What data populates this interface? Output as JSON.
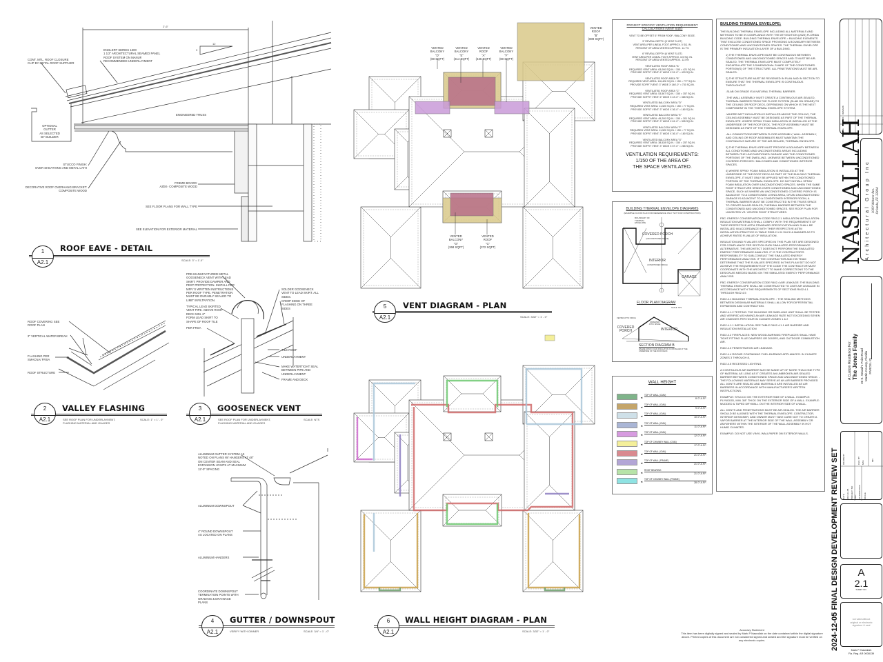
{
  "details": {
    "roof_eave": {
      "number": "1",
      "sheet": "A2.1",
      "title": "ROOF EAVE - DETAIL",
      "scale": "SCALE: 3\" = 1'-0\"",
      "dimension": "2'-6\"",
      "pitch_rise": "3",
      "pitch_run": "12",
      "labels": {
        "closure": "CONT. MTL. ROOF CLOSURE\nCLIP BY METAL ROOF SUPPLIER",
        "panel": "ENGLERT SERIES 1300\n1 1/2\" ARCHITECTURAL SEAMED PANEL\nROOF SYSTEM ON MANUF.\nRECOMMENDED UNDERLAYMENT",
        "gutter": "OPTIONAL\nGUTTER\nAS SELECTED\nBY BUILDER",
        "truss": "ENGINEERED TRUSS",
        "stucco": "STUCCO FINISH:\nOVER SHEATHING AND METAL LATH",
        "bracket": "DECORATIVE ROOF OVERHANG BRACKET:\nCOMPOSITE WOOD",
        "frieze": "FRIEZE BOARD:\nAZEK-  COMPOSITE WOOD",
        "wall_type": "SEE FLOOR PLANS FOR WALL TYPE",
        "exterior": "SEE ELEVATION FOR EXTERIOR MATERIAL"
      }
    },
    "valley_flashing": {
      "number": "2",
      "sheet": "A2.1",
      "title": "VALLEY FLASHING",
      "scale": "SCALE: 1\" = 1' - 0\"",
      "note": "SEE ROOF PLAN FOR UNDERLAYMENT,\nFLASHING MATERIAL AND GUAGES",
      "labels": {
        "covering": "ROOF COVERING SEE\nROOF PLAN",
        "water_break": "2\" VERTICAL WATER BREAK",
        "flashing": "FLASHING PER\nSMACNA/ FRSA",
        "structure": "ROOF STRUCTURE"
      }
    },
    "gooseneck_vent": {
      "number": "3",
      "sheet": "A2.1",
      "title": "GOOSENECK VENT",
      "scale": "SCALE: NTS",
      "note": "SEE ROOF PLAN FOR UNDERLAYMENT,\nFLASHING MATERIAL AND GUAGES",
      "labels": {
        "vent": "PRE-MANUFACTURED METAL\nGOOSENECK VENT WITH LEAD\nSKIRT. PROVIDE DAMPER AND\nPEST PROTECTION. INSTALL PER\nMFR.'S WRITTEN INSTRUCTIONS\nPER ROOF TYPE. PENETRATION\nMUST BE DURABLY SEALED TO\nLIMIT INFILTRATION.",
        "skirted": "TYPICAL LEAD SKIRTED\nVENT PIPE. ABOVE ROOF\nDECK MIN. 6\"\nFORM LEAD SKIRT TO\nSHAPE OF ROOF TILE",
        "frsa": "PER FRSA",
        "solder": "SOLDER GOOSENECK\nVENT TO LEAD SKIRT. ALL\nSIDES.",
        "crimp": "CRIMP EDGE OF\nFLASHING ON THREE\nSIDES",
        "tile": "TILE ROOF",
        "underlayment": "UNDERLAYMENT",
        "seal": "MAKE WATERTIGHT SEAL\nBETWEEN PIPE AND\nUNDERLAYMENT",
        "frame": "FRAME AND DECK"
      }
    },
    "gutter_downspout": {
      "number": "4",
      "sheet": "A2.1",
      "title": "GUTTER / DOWNSPOUT",
      "scale": "SCALE: 3/4\" = 1' - 0\"",
      "note": "VERIFY WITH OWNER",
      "labels": {
        "system": "ALUMINUM GUTTER SYSTEM AS\nNOTED ON PLANS w/ HANGERS AT 48\"\nON CENTER SEAM AND SEAL\nEXPANSION JOINTS AT MAXIMUM\n12'-0\" SPACING",
        "downspout": "ALUMINUM DOWNSPOUT",
        "round": "4\" ROUND DOWNSPOUT\nAS LOCATED ON PLANS",
        "hangers": "ALUMINUM HANGERS",
        "coordinate": "COORDINATE DOWNSPOUT\nTERMINATION POINTS WITH\nGRADING & DRAINAGE\nPLANS"
      }
    }
  },
  "vent_plan": {
    "number": "5",
    "sheet": "A2.1",
    "title": "VENT DIAGRAM - PLAN",
    "scale": "SCALE: 3/32\" = 1' - 0\"",
    "colors": {
      "roof": "#d9c98a",
      "balcony_main": "#b76f88",
      "balcony_side": "#c99ad8"
    },
    "areas": [
      {
        "text": "VENTED\nBALCONY\n\"D\"\n(80 SQFT)"
      },
      {
        "text": "VENTED\nBALCONY\n\"E\"\n(314 SQFT)"
      },
      {
        "text": "VENTED\nROOF\n\"A\"\n(436 SQFT)"
      },
      {
        "text": "VENTED\nBALCONY\n\"F\"\n(80 SQFT)"
      },
      {
        "text": "VENTED\nROOF\n\"B\"\n(809 SQFT)"
      },
      {
        "text": "VENTED\nBALCONY\n\"G\"\n(268 SQFT)"
      },
      {
        "text": "VENTED\nROOF\n\"C\"\n(372 SQFT)"
      }
    ]
  },
  "wall_plan": {
    "number": "6",
    "sheet": "A2.1",
    "title": "WALL HEIGHT DIAGRAM - PLAN",
    "scale": "SCALE: 3/32\" = 1' - 0\""
  },
  "ventilation_notes": {
    "title": "PROJECT SPECIFIC VENTILATION REQUIREMENT\nCALCULATIONS (VENT SIZE)",
    "lines": [
      "VENT TO BE OFFSET 6\" FROM ROOF / BALCONY EDGE.",
      "3\" REVEAL DEPTH  (5 VENT SLOT)\nVENT AREA PER LINEAL FOOT APPROX. 5 SQ. IN.\nPERCENT OF AREA VENTED APPROX. 14.7%",
      "6\" REVEAL DEPTH  (6 VENT SLOT)\nVENT AREA PER LINEAL FOOT APPROX. 6.5 SQ. IN.\nPERCENT OF AREA VENTED APPROX. 12.5%",
      "VENTILATED ROOF AREA \"A\"\nREQUIRED VENT AREA: 63,090 SQ.IN. / 150 = 421 SQ.IN.\nPROVIDE SOFFIT VENT: 6\" WIDE X 51'-0\" = 433 SQ.IN.",
      "VENTILATED ROOF AREA \"B\"\nREQUIRED VENT AREA: 116,426 SQ.IN. / 150 = 777 SQ.IN.\nPROVIDE SOFFIT VENT: 3\" WIDE X 146'-0\" = 730 SQ.IN.",
      "VENTILATED ROOF AREA \"C\"\nREQUIRED VENT AREA: 53,567 SQ.IN. / 150 = 357 SQ.IN.\nPROVIDE SOFFIT VENT: 6\" WIDE X 43'-0\" = 365 SQ.IN.",
      "VENTILATED BALCONY AREA \"D\"\nREQUIRED VENT AREA: 11,520 SQ.IN. / 150 = 77 SQ.IN.\nPROVIDE SOFFIT VENT: 3\" WIDE X 36'-0\" = 180 SQ.IN.",
      "VENTILATED BALCONY AREA \"E\"\nREQUIRED VENT AREA: 45,200 SQ.IN. / 150 = 301 SQ.IN.\nPROVIDE SOFFIT VENT: 3\" WIDE X 61'-0\" = 305 SQ.IN.",
      "VENTILATED BALCONY AREA \"F\"\nREQUIRED VENT AREA: 11,520 SQ.IN. / 150 = 77 SQ.IN.\nPROVIDE SOFFIT VENT: 3\" WIDE X 36'-0\" = 180 SQ.IN.",
      "VENTILATED BALCONY AREA \"G\"\nREQUIRED VENT AREA: 38,528 SQ.IN. / 150 = 257 SQ.IN.\nPROVIDE SOFFIT VENT: 3\" WIDE X 57'-0\" = 285 SQ.IN."
    ],
    "footer": "VENTILATION REQUIREMENTS:\n1/150 OF THE AREA OF\nTHE SPACE VENTILATED."
  },
  "thermal_diagrams": {
    "title": "BUILDING THERMAL ENVELOPE DIAGRAMS",
    "subtitle": "(EXAMPLE FLOOR PLAN FOR REFERENCE ONLY. NOT FOR CONSTRUCTION)",
    "boundary": "BOUNDARY OF\nTHERMAL\nENVELOPE",
    "covered_porch": "COVERED PORCH",
    "unconditioned": "(UNCONDITIONED SPACE)",
    "interior": "INTERIOR",
    "conditioned": "(CONDITIONED SPACE)",
    "garage": "GARAGE",
    "floor_plan_title": "FLOOR PLAN DIAGRAM",
    "floor_plan_scale": "SCALE: NTS",
    "vented_attic": "VENTED ATTIC SPACE",
    "unvented_attic": "UNVENTED\nATTIC SPACE",
    "section_title": "SECTION DIAGRAM B",
    "section_note": "WHERE SPRAY FOAM INSULATION IS INSTALLED AT THE\nUNDERSIDE OF THE ROOF DECK"
  },
  "wall_height": {
    "title": "WALL HEIGHT",
    "items": [
      {
        "label": "TOP OF WALL (CMU)",
        "height": "8'-0\" A.F.F.",
        "color": "#7fb48a"
      },
      {
        "label": "TOP OF WALL (CMU)",
        "height": "9'-0\" A.F.F.",
        "color": "#c4a56a"
      },
      {
        "label": "TOP OF WALL (CMU)",
        "height": "10'-0\" A.F.F.",
        "color": "#cfe0e8"
      },
      {
        "label": "TOP OF WALL (CMU)",
        "height": "11'-0\" A.F.F.",
        "color": "#aab6d6"
      },
      {
        "label": "TOP OF WALL (CMU)",
        "height": "12'-0\" A.F.F.",
        "color": "#d79be0"
      },
      {
        "label": "TOP OF CHIMNEY WALL (CMU)",
        "height": "17'-0\" A.F.F.",
        "color": "#f4ef9a"
      },
      {
        "label": "TOP OF WALL (CMU)",
        "height": "21'-0\" A.F.F.",
        "color": "#d98a8f"
      },
      {
        "label": "TOP OF WALL (FRAME)",
        "height": "21'-0\" A.F.F.",
        "color": "#b3a6d6"
      },
      {
        "label": "ROOF BEARING",
        "height": "21'-0\" A.F.F.",
        "color": "#b7e3a8"
      },
      {
        "label": "TOP OF CHIMNEY WALL (FRAME)",
        "height": "28'-0\" A.F.F.",
        "color": "#8fe3e3"
      }
    ]
  },
  "thermal_envelope": {
    "title": "BUILDING THERMAL ENVELOPE:",
    "paragraphs": [
      "THE BUILDING THERMAL ENVELOPE INCLUDING ALL MATERIALS AND METHODS TO BE IN COMPLIANCE WITH THE 8TH EDITION (2023) FLORIDA BUILDING CODE. BUILDING THERMAL ENVELOPE = BUILDING ELEMENTS THAT ENCLOSE CONDITIONED SPACE PROVIDING A BOUNDARY BETWEEN CONDITIONED AND UNCONDITIONED SPACES. THE THERMAL ENVELOPE IS THE PRIMARY INSULATION LAYER OF A BUILDING.",
      "1)   THE THERMAL ENVELOPE MUST BE CONTINUOUS BETWEEN CONDITIONED AND UNCONDITIONED SPACES AND IT MUST BE AIR-SEALED. THE THERMAL ENVELOPE MUST COMPLETELY ENCAPSULATE THE 3 DIMENSIONAL SHAPE OF THE CONDITIONED PORTION(S) OF THE STRUCTURE. ALL PENETRATIONS MUST BE AIR-SEALED.",
      "2)   THE STRUCTURE MUST BE REVIEWED IN PLAN AND IN SECTION TO ENSURE THAT THE THERMAL ENVELOPE IS CONTINUOUS THROUGHOUT.",
      "-SLAB ON GRADE IS A NATURAL THERMAL BARRIER.",
      "-THE WALL ASSEMBLY MUST CREATE A CONTINUOUS AIR-SEALED, THERMAL BARRIER FROM THE FLOOR SYSTEM (SLAB ON GRADE) TO THE CEILING OR ROOF DECK, DEPENDING ON WHICH IS THE NEXT COMPONENT IN THE THERMAL ENVELOPE SYSTEM.",
      "-WHERE BATT INSULATION IS INSTALLED ABOVE THE CEILING, THE CEILING ASSEMBLY MUST BE DESIGNED AS PART OF THE THERMAL ENVELOPE. WHERE SPRAY FOAM INSULATION IS INSTALLED AT THE UNDERSIDE OF THE ROOF DECK, THE ROOF ASSEMBLY MUST BE DESIGNED AS PART OF THE THERMAL ENVELOPE.",
      "-ALL CONNECTIONS BETWEEN FLOOR ASSEMBLY, WALL ASSEMBLY, AND CEILING OR ROOF ASSEMBLIES MUST MAINTAIN THE CONTINUOUS NATURE OF THE AIR-SEALED, THERMAL ENVELOPE.",
      "3)   THE THERMAL ENVELOPE MUST PROVIDE A BOUNDARY BETWEEN ALL CONDITIONED AND UNCONDITIONED AREAS INCLUDING BETWEEN THE UNCONDITIONED GARAGE AND THE CONDITIONED PORTIONS OF THE DWELLING. LIKEWISE BETWEEN UNCONDITIONED COVERED PORCHES / BALCONIES AND CONDITIONED INTERIOR SPACES.",
      "4)   WHERE SPRAY FOAM INSULATION IS INSTALLED AT THE UNDERSIDE OF THE ROOF DECK AS PART OF THE BUILDING THERMAL ENVELOPE, IT MUST ONLY BE APPLIED WITHIN THE CONDITIONED PORTION OF THE THERMAL ENVELOPE. DO NOT INSTALL SPRAY FOAM INSULATION OVER UNCONDITIONED SPACES. WHEN THE SAME ROOF STRUCTURE SPANS OVER CONDITIONED AND UNCONDITIONED SPACE, SUCH AS WHERE AN UNCONDITIONED COVERED PORCH IS ADJACENT TO A CONDITIONED LIVING AREA, OR AN UNCONDITIONED GARAGE IS ADJACENT TO A CONDITIONED INTERIOR ROOM, A THERMAL BARRIER MUST BE CONSTRUCTED IN THE TRUSS SPACE TO CREATE AN AIR-SEALED, THERMAL BARRIER BETWEEN THE CONDITIONED AND UNCONDITIONED SPACES. SEE ROOF PLAN FOR UNVENTED VS. VENTED ROOF STRUCTURES.",
      "FBC: ENERGY CONSERVATION CODE R303.2.1 INSULATION INSTALLATION: INSULATION MATERIALS SHALL COMPLY WITH THE REQUIREMENTS OF THEIR RESPECTIVE ASTM STANDARD SPECIFICATION AND SHALL BE INSTALLED IN ACCORDANCE WITH THEIR RESPECTIVE ASTM INSTALLATION PRACTICE IN TABLE R303.2.1 IN SUCH A MANNER AS TO ACHIEVE RATED R-VALUE OF INSULATION.",
      "INSULATION AND R-VALUES SPECIFIED IN THIS PLAN SET ARE DESIGNED FOR COMPLIANCE PER SECTION R405 SIMULATED PERFORMANCE ALTERNATIVE. THE ARCHITECT DOES NOT PERFORM THE SIMULATED ENERGY PERFORMANCE ANALYSIS. IT IS THE CONTRACTOR'S RESPONSIBILITY TO SUB-CONSULT THE SIMULATED ENERGY PERFORMANCE ANALYSIS. IF THE CONTRACTOR AND HIS TEAM DETERMINE THAT THE R-VALUES SPECIFIED IN THIS PLAN SET DO NOT ACHIEVE THE REQUIREMENTS OF THE CODE THE CONTRACTOR MUST COORDINATE WITH THE ARCHITECT TO MAKE CORRECTIONS TO THE DESIGN AS NEEDED BASED ON THE SIMULATED ENERGY PERFORMANCE ANALYSIS.",
      "FBC: ENERGY CONSERVATION CODE R402.4 AIR LEAKAGE: THE BUILDING THERMAL ENVELOPE SHALL BE CONSTRUCTED TO LIMIT AIR LEAKAGE IN ACCORDANCE WITH THE REQUIREMENTS OF SECTIONS R402.4.1 THROUGH R402.4.5",
      "R402.4.1 BUILDING THERMAL ENVELOPE. : THE SEALING METHODS BETWEEN DISSIMILAR MATERIALS SHALL ALLOW FOR DIFFERENTIAL EXPANSION AND CONTRACTION.",
      "R402.4.1.2 TESTING: THE BUILDING OR DWELLING UNIT SHALL BE TESTED AND VERIFIED AS HAVING AN AIR LEAKAGE RATE NOT EXCEEDING SEVEN AIR CHANGES PER HOUR IN CLIMATE ZONES 1 & 2",
      "R402.4.1.1 INSTALLATION: SEE TABLE R402.4.1.1 AIR BARRIER AND INSULATION INSTALLATION",
      "R402.4.2 FIREPLACES: NEW WOOD-BURNING FIREPLACES SHALL HAVE TIGHT-FITTING FLUE DAMPERS OR DOORS, AND OUTDOOR COMBUSTION AIR.",
      "R402.4.3 FENESTRATION AIR LEAKAGE.",
      "R402.4.4 ROOMS CONTAINING FUEL-BURNING APPLIANCES: IN CLIMATE ZONES 3 THROUGH 8,",
      "R402.4.5 RECESSED LIGHTING.",
      "A CONTINUOUS AIR BARRIER MAY BE MADE UP OF MORE THAN ONE TYPE OF MATERIAL AS LONG AS IT CREATES AN UNBROKEN AIR-SEALED BARRIER BETWEEN CONDITIONED SPACE AND UNCONDITIONED SPACE. -THE FOLLOWING MATERIALS MAY SERVE AS AN AIR BARRIER PROVIDED ALL JOINTS ARE SEALED AND MATERIALS ARE INSTALLED AS AIR BARRIERS IN ACCORDANCE WITH MANUFACTURER'S WRITTEN INSTRUCTIONS.",
      "EXAMPLE: STUCCO ON THE EXTERIOR SIDE OF A WALL. EXAMPLE: PLYWOOD, MIN. 3/8\" THICK ON THE EXTERIOR SIDE OF A WALL. EXAMPLE: MUDDED & TAPED DRYWALL ON THE INTERIOR SIDE OF A WALL.",
      "ALL JOINTS AND PENETRATIONS MUST BE AIR-SEALED. THE AIR BARRIER SHOULD BE ALIGNED WITH THE THERMAL ENVELOPE. CONTRACTOR, INTERIOR DESIGNER, AND OWNER MUST TAKE CARE NOT TO CREATE A VAPOR BARRIER AT THE INTERIOR SIDE OF THE WALL ASSEMBLY OR ANYWHERE WITHIN THE INTERIOR OF THE WALL ASSEMBLY IN HOT HUMID CLIMATES.",
      "EXAMPLE: DO NOT USE VINYL WALLPAPER ON EXTERIOR WALLS."
    ]
  },
  "accuracy_statement": {
    "title": "Accuracy Statement",
    "text": "This item has been digitally signed and sealed by Mark P Nasrallah on the date contained within the digital signature above. Printed copies of this document are not considered signed and sealed and the signature must be verified on any electronic copies."
  },
  "title_block": {
    "revision_headers": [
      "DATE",
      "MARK",
      "REMARK"
    ],
    "firm_name": "NASRALLAH",
    "firm_sub": "Architectural Group Inc",
    "firm_address": "1009 Webster Ave.\nOrlando, FL 32804",
    "client_prefix": "A Custom Residence For:",
    "client_name": "The Jones Family",
    "site": "36 S. Sewall's Point Road\nMartin County, Florida\nPARCEL ID",
    "info": {
      "date_label": "DATE",
      "date": "2024-12-05",
      "project_label": "PROJECT NO",
      "project": "1697",
      "drawn_label": "DRAWN BY",
      "drawn": "MAS",
      "checked_label": "CHK. BY",
      "checked": "MN",
      "scale_label": "SCALE",
      "scale": "AS INDICATED"
    },
    "set_title": "2024-12-05 FINAL DESIGN DEVELOPMENT REVIEW SET",
    "sheet_letter": "A",
    "sheet_number": "2.1",
    "sheet_label": "SHEET NO.",
    "seal_note": "not valid without\noriginal or electronic\nsignature & seal",
    "signer": "Mark P. Nasrallah\nFla. Reg. AR 0008139"
  }
}
